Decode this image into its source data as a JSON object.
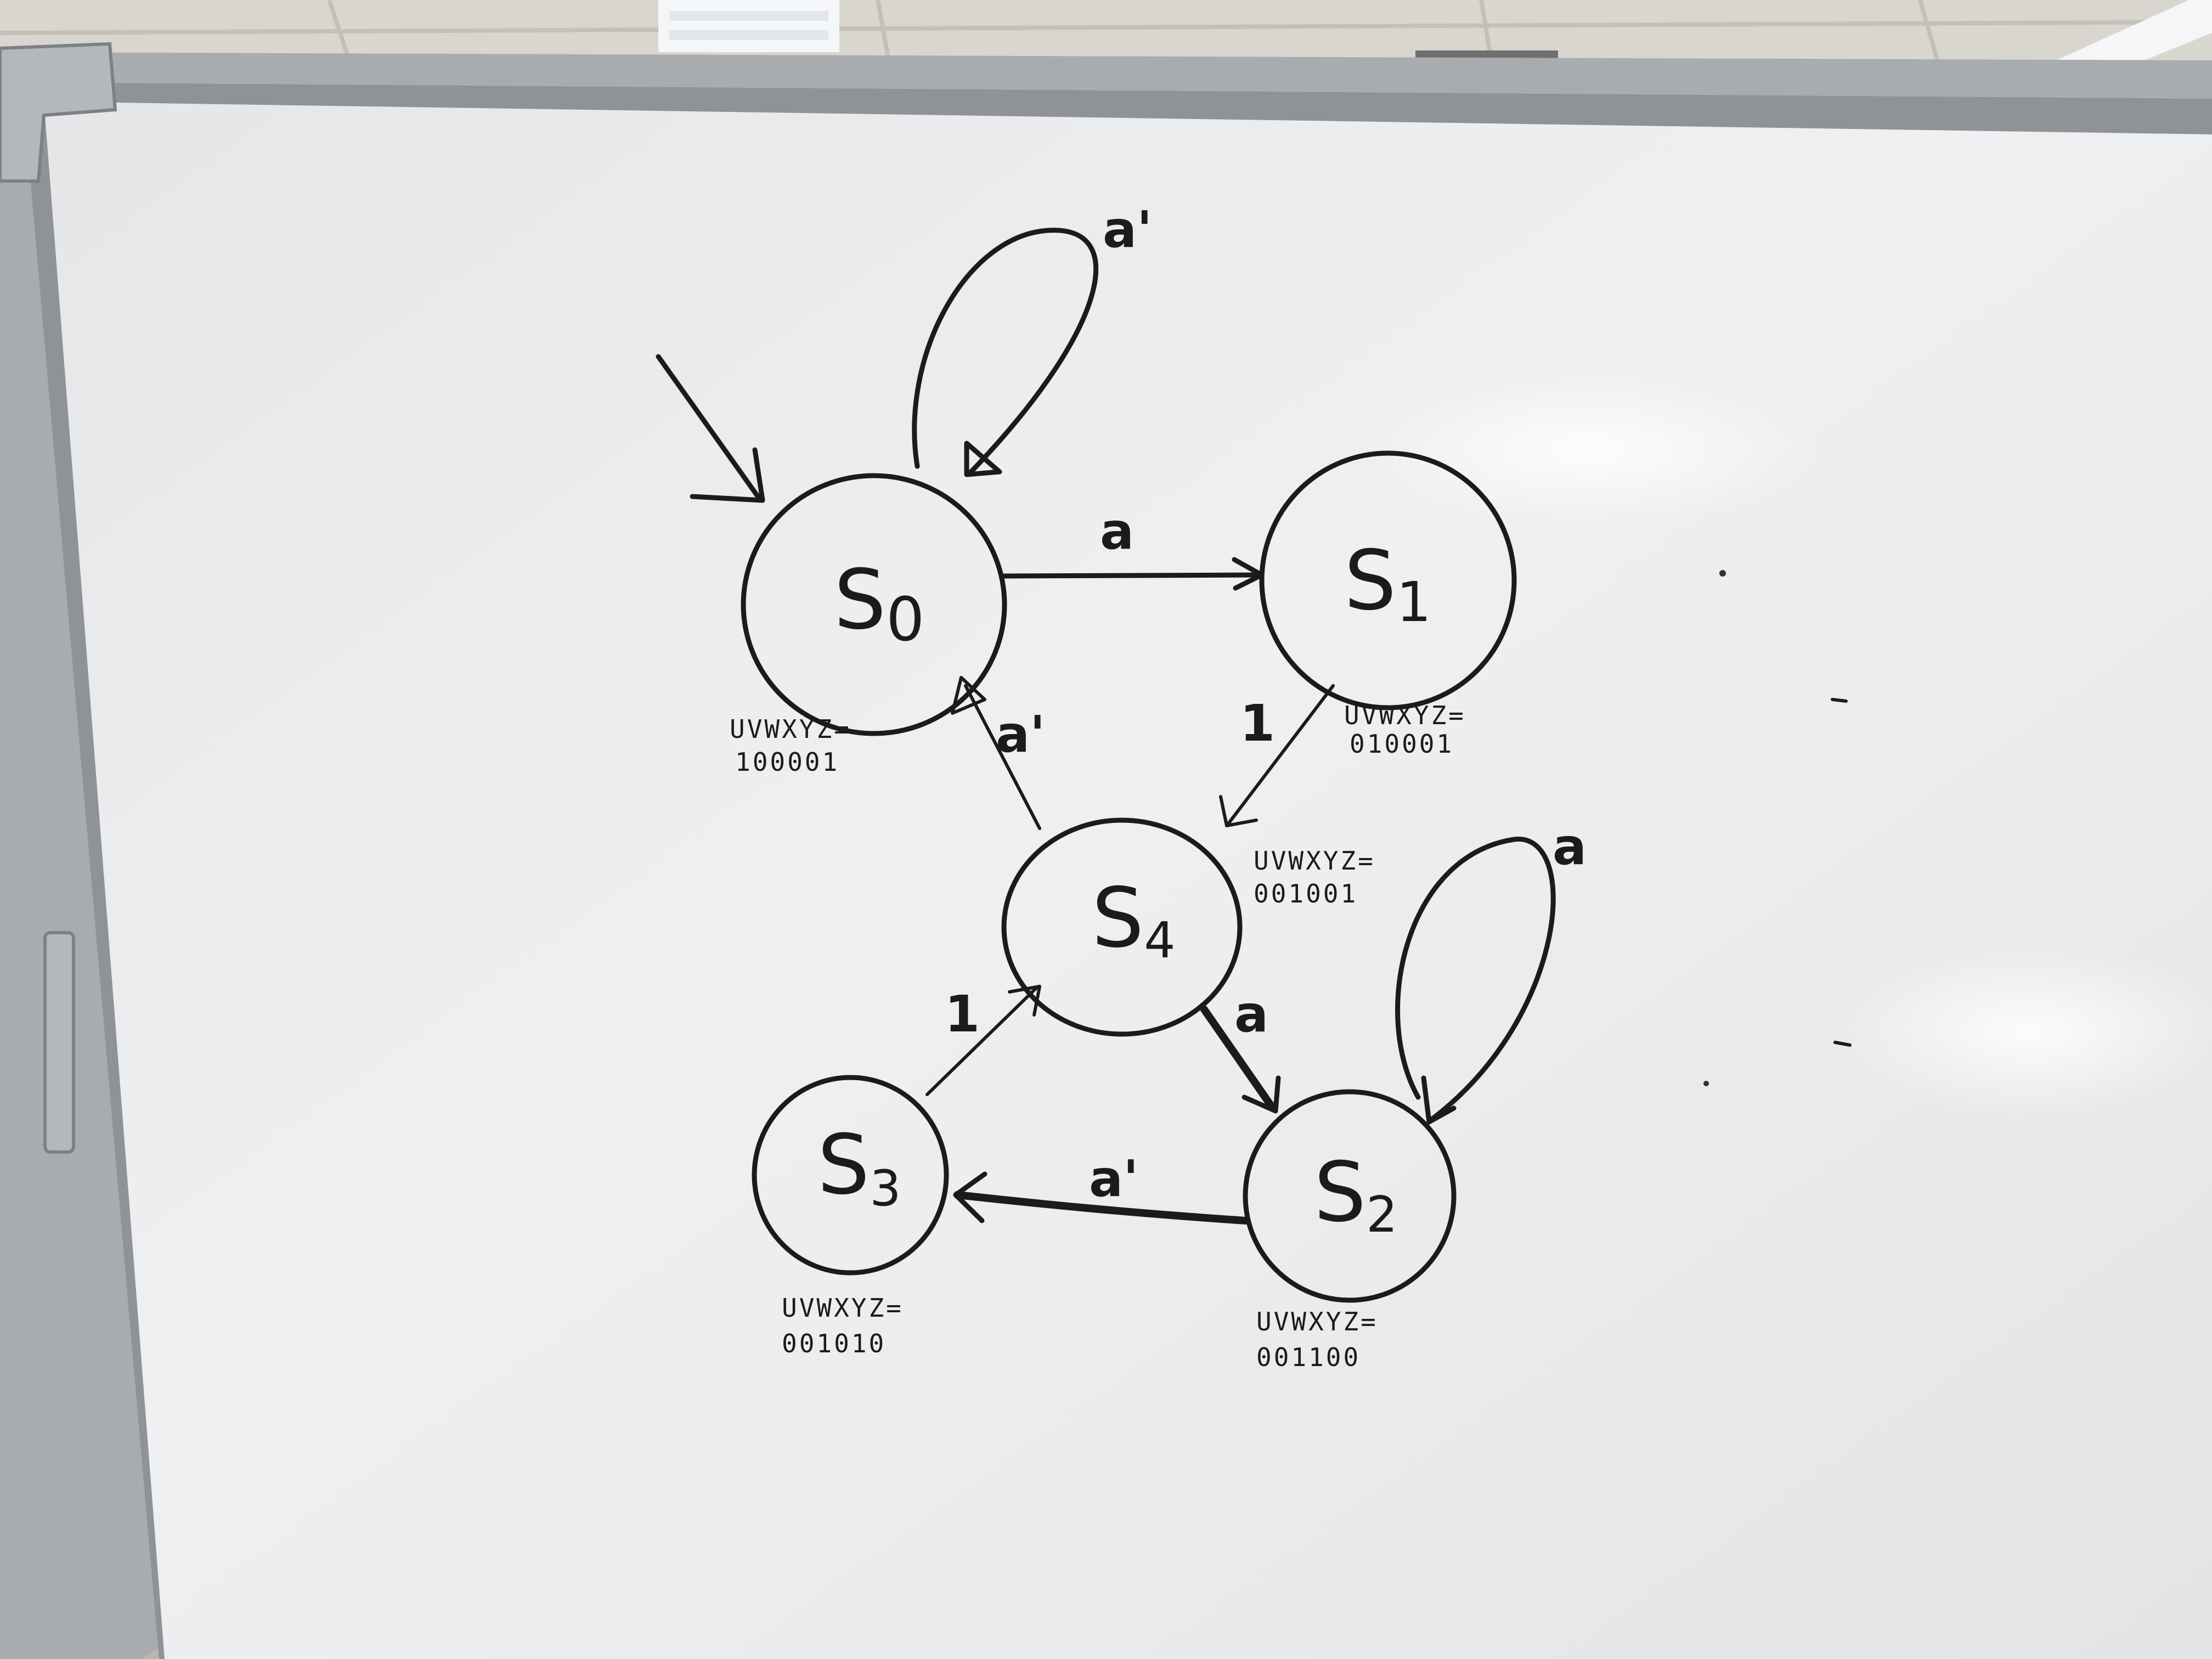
{
  "diagram": {
    "states": [
      {
        "id": "S0",
        "label": "S",
        "sub": "0",
        "output_header": "UVWXYZ=",
        "output_value": "100001",
        "initial": true,
        "self_loop_label": "a'"
      },
      {
        "id": "S1",
        "label": "S",
        "sub": "1",
        "output_header": "UVWXYZ=",
        "output_value": "010001"
      },
      {
        "id": "S4",
        "label": "S",
        "sub": "4",
        "output_header": "UVWXYZ=",
        "output_value": "001001"
      },
      {
        "id": "S2",
        "label": "S",
        "sub": "2",
        "output_header": "UVWXYZ=",
        "output_value": "001100",
        "self_loop_label": "a"
      },
      {
        "id": "S3",
        "label": "S",
        "sub": "3",
        "output_header": "UVWXYZ=",
        "output_value": "001010"
      }
    ],
    "transitions": [
      {
        "from": "S0",
        "to": "S0",
        "label": "a'"
      },
      {
        "from": "S0",
        "to": "S1",
        "label": "a"
      },
      {
        "from": "S1",
        "to": "S4",
        "label": "1"
      },
      {
        "from": "S4",
        "to": "S0",
        "label": "a'"
      },
      {
        "from": "S4",
        "to": "S2",
        "label": "a"
      },
      {
        "from": "S2",
        "to": "S2",
        "label": "a"
      },
      {
        "from": "S2",
        "to": "S3",
        "label": "a'"
      },
      {
        "from": "S3",
        "to": "S4",
        "label": "1"
      }
    ]
  },
  "colors": {
    "ink": "#1b1b1b",
    "board": "#eceef0",
    "frame": "#a9acaf",
    "ceiling": "#d9d6cf"
  }
}
